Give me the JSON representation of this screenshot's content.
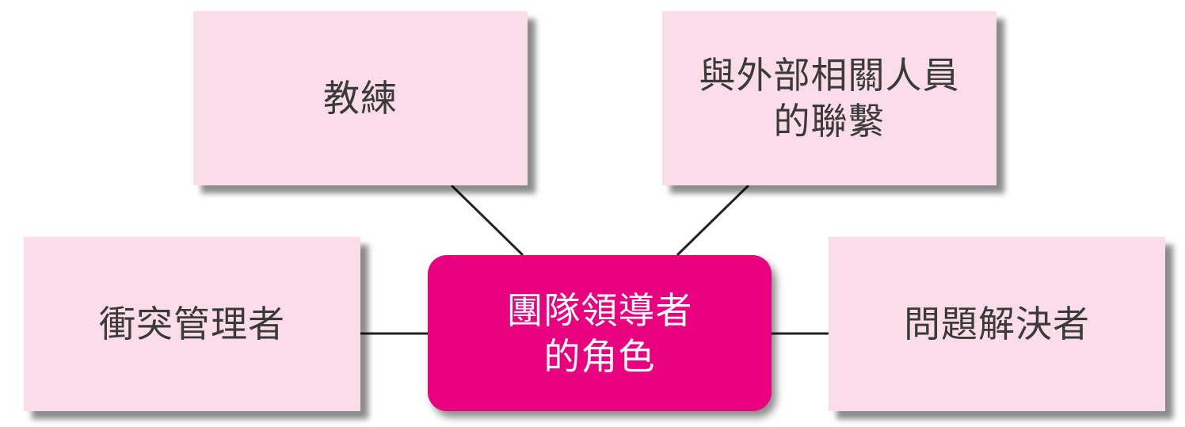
{
  "colors": {
    "box_fill": "#fbdce9",
    "center_fill": "#e8007f",
    "line": "#222222"
  },
  "center": {
    "label": "團隊領導者\n的角色"
  },
  "roles": {
    "coach": "教練",
    "liaison": "與外部相關人員\n的聯繫",
    "conflict_manager": "衝突管理者",
    "problem_solver": "問題解決者"
  }
}
